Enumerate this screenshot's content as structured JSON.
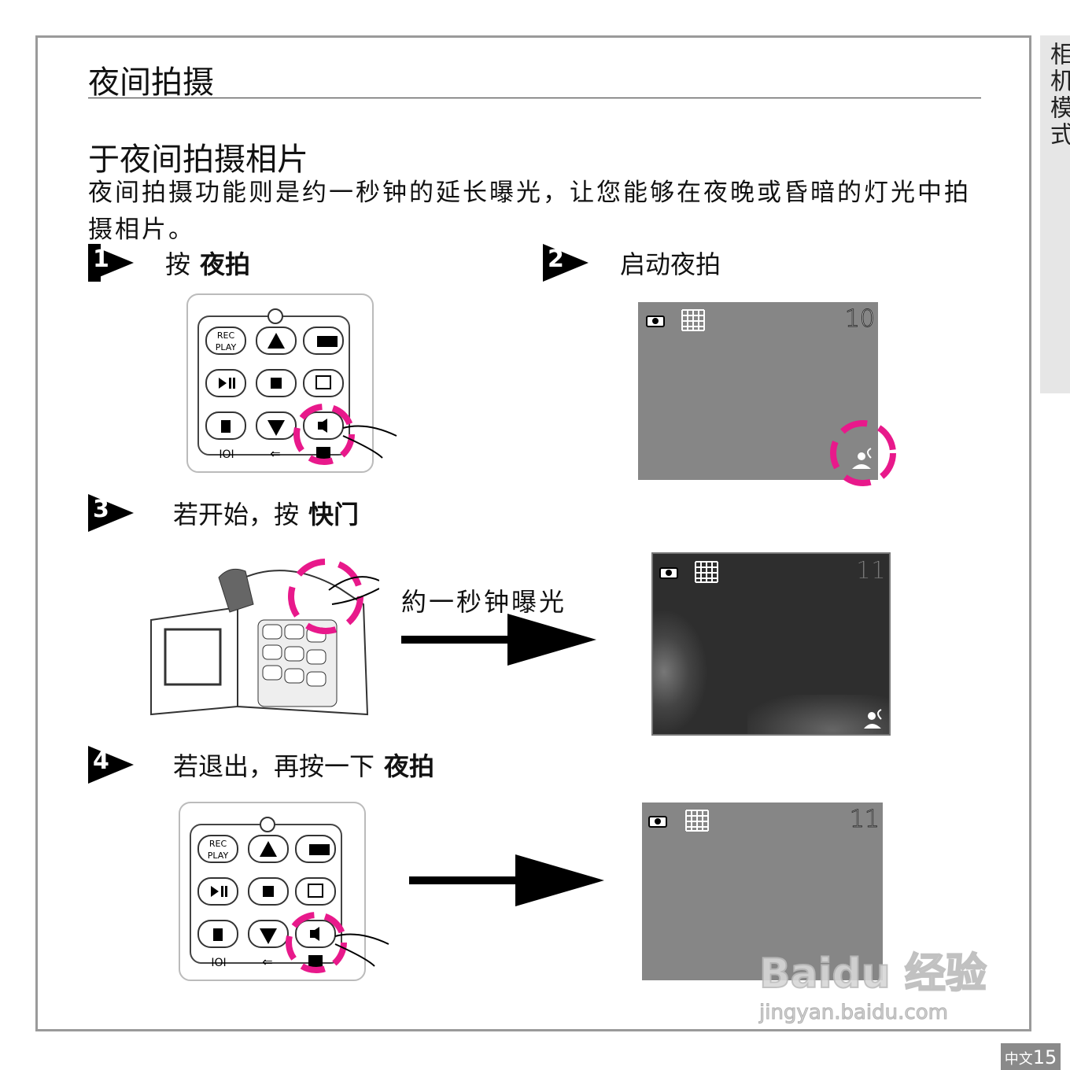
{
  "side_tab": "相机模式",
  "page_number": {
    "prefix": "中文",
    "number": "15"
  },
  "title": "夜间拍摄",
  "subtitle": "于夜间拍摄相片",
  "description": "夜间拍摄功能则是约一秒钟的延长曝光，让您能够在夜晚或昏暗的灯光中拍摄相片。",
  "steps": [
    {
      "number": "1",
      "label": "按",
      "bold": "夜拍"
    },
    {
      "number": "2",
      "label": "启动夜拍",
      "bold": ""
    },
    {
      "number": "3",
      "label": "若开始，按",
      "bold": "快门"
    },
    {
      "number": "4",
      "label": "若退出，再按一下",
      "bold": "夜拍"
    }
  ],
  "remote": {
    "rec_label": "REC",
    "play_label": "PLAY",
    "mode_label": "IOI"
  },
  "screens": [
    {
      "count": "10"
    },
    {
      "count": "11"
    },
    {
      "count": "11"
    }
  ],
  "exposure_label": "約一秒钟曝光",
  "watermark": {
    "line1": "Baidu 经验",
    "line2": "jingyan.baidu.com"
  },
  "colors": {
    "highlight": "#e8198b",
    "screen": "#868686",
    "frame": "#9a9a9a"
  }
}
